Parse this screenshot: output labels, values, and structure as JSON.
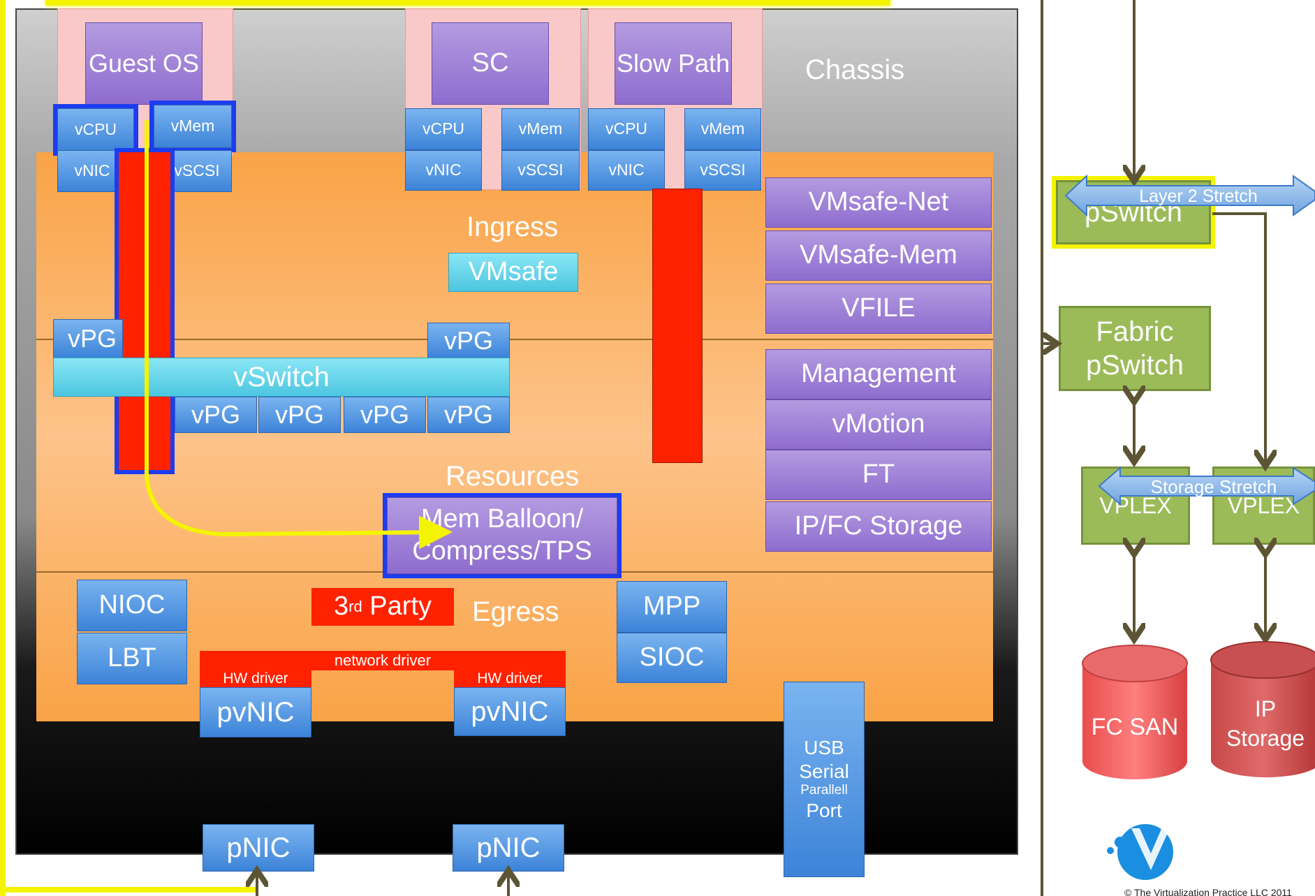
{
  "vm_guest": {
    "os": "Guest OS",
    "vcpu": "vCPU",
    "vmem": "vMem",
    "vnic": "vNIC",
    "vscsi": "vSCSI"
  },
  "vm_sc": {
    "name": "SC",
    "vcpu": "vCPU",
    "vmem": "vMem",
    "vnic": "vNIC",
    "vscsi": "vSCSI"
  },
  "vm_slow": {
    "name": "Slow Path",
    "vcpu": "vCPU",
    "vmem": "vMem",
    "vnic": "vNIC",
    "vscsi": "vSCSI"
  },
  "chassis": "Chassis",
  "ingress": {
    "title": "Ingress",
    "vmsafe": "VMsafe"
  },
  "vswitch": {
    "name": "vSwitch",
    "vpg": "vPG"
  },
  "resources": {
    "title": "Resources",
    "mem_balloon": "Mem Balloon/ Compress/TPS"
  },
  "right_stack": [
    "VMsafe-Net",
    "VMsafe-Mem",
    "VFILE",
    "Management",
    "vMotion",
    "FT",
    "IP/FC Storage"
  ],
  "egress": {
    "title": "Egress",
    "nioc": "NIOC",
    "lbt": "LBT",
    "third_party_base": "3",
    "third_party_sup": "rd",
    "third_party_rest": " Party",
    "mpp": "MPP",
    "sioc": "SIOC",
    "network_driver": "network driver",
    "hw_driver": "HW driver",
    "pvnic": "pvNIC"
  },
  "hardware": {
    "pnic": "pNIC",
    "usb": "USB",
    "serial": "Serial",
    "parallel": "Parallell",
    "port": "Port"
  },
  "network": {
    "pswitch": "pSwitch",
    "layer2": "Layer 2 Stretch",
    "fabric": "Fabric pSwitch",
    "vplex": "VPLEX",
    "storage_stretch": "Storage Stretch",
    "fc_san": "FC SAN",
    "ip_storage": "IP Storage"
  },
  "copyright": "© The Virtualization Practice LLC 2011",
  "colors": {
    "chassis_top": "#c8c8c8",
    "orange": "#fbb464",
    "red": "#ff2200",
    "purple": "#9b7fd6",
    "blue": "#4a8fe0",
    "green": "#9bbb59",
    "yellow": "#f4f400"
  }
}
